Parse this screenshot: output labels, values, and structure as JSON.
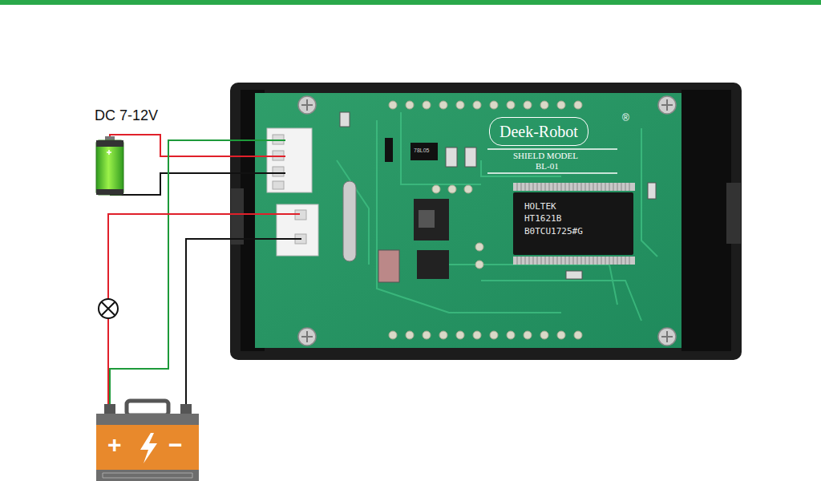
{
  "diagram": {
    "nodes": [
      {
        "text": [
          "Deek-Robot"
        ]
      },
      {
        "text": [
          "HOLTEK",
          "HT1621B",
          "B0TCU1725#G"
        ]
      }
    ],
    "labels": [
      "DC 7-12V",
      "®",
      "SHIELD MODEL",
      "BL-01",
      "78L05",
      "+",
      "−"
    ]
  }
}
